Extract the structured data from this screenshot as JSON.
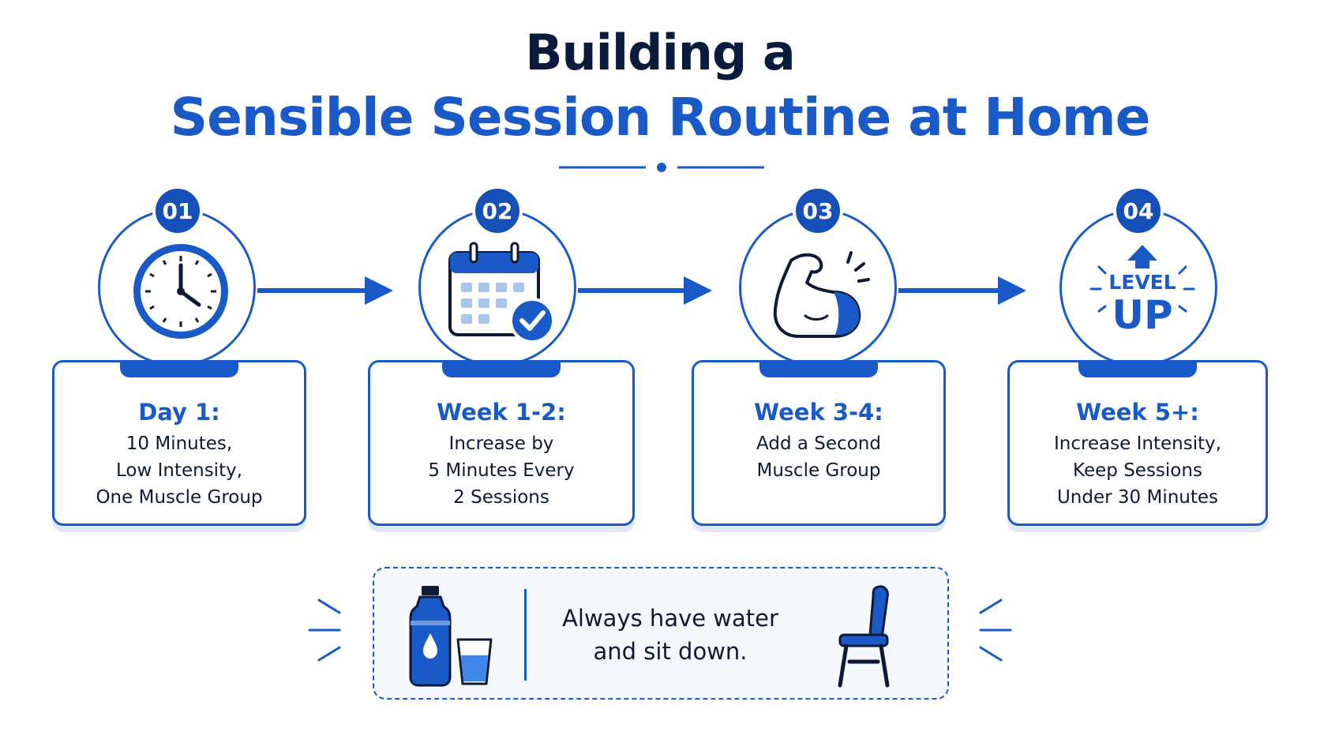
{
  "title": {
    "line1": "Building a",
    "line2": "Sensible Session Routine at Home"
  },
  "steps": [
    {
      "number": "01",
      "icon": "clock-icon",
      "title": "Day 1:",
      "lines": [
        "10 Minutes,",
        "Low Intensity,",
        "One Muscle Group"
      ]
    },
    {
      "number": "02",
      "icon": "calendar-check-icon",
      "title": "Week 1-2:",
      "lines": [
        "Increase by",
        "5 Minutes Every",
        "2 Sessions"
      ]
    },
    {
      "number": "03",
      "icon": "flexed-bicep-icon",
      "title": "Week 3-4:",
      "lines": [
        "Add a Second",
        "Muscle Group"
      ]
    },
    {
      "number": "04",
      "icon": "level-up-icon",
      "icon_text": [
        "LEVEL",
        "UP"
      ],
      "title": "Week 5+:",
      "lines": [
        "Increase Intensity,",
        "Keep Sessions",
        "Under 30 Minutes"
      ]
    }
  ],
  "tip": {
    "lines": [
      "Always have water",
      "and sit down."
    ],
    "left_icon": "water-bottle-and-glass-icon",
    "right_icon": "chair-icon"
  },
  "colors": {
    "primary": "#1a5ac8",
    "dark_blue": "#1450b8",
    "navy": "#0b1b3d",
    "text": "#0e1a33"
  }
}
